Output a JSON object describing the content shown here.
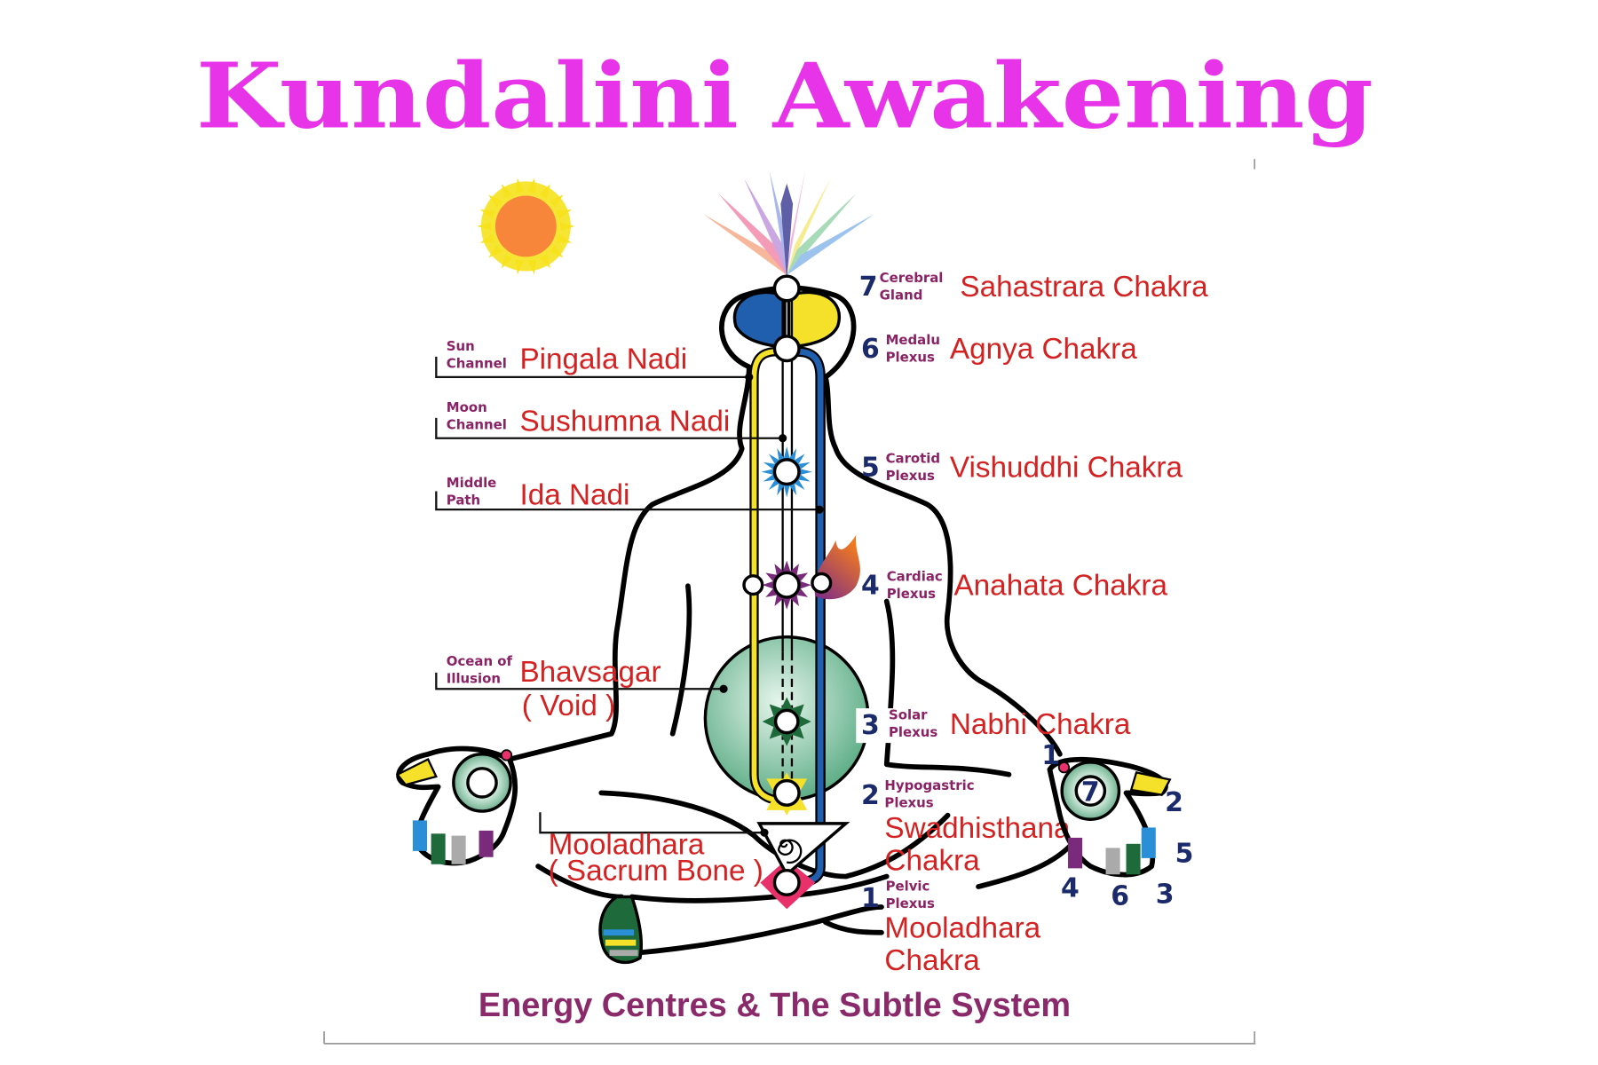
{
  "title": "Kundalini Awakening",
  "subtitle": "Energy Centres & The Subtle System",
  "nadis": [
    {
      "small1": "Sun",
      "small2": "Channel",
      "name": "Pingala Nadi"
    },
    {
      "small1": "Moon",
      "small2": "Channel",
      "name": "Sushumna Nadi"
    },
    {
      "small1": "Middle",
      "small2": "Path",
      "name": "Ida Nadi"
    },
    {
      "small1": "Ocean of",
      "small2": "Illusion",
      "name": "Bhavsagar",
      "extra": "( Void )"
    }
  ],
  "sacrum": {
    "name": "Mooladhara",
    "note": "( Sacrum Bone )"
  },
  "chakras": [
    {
      "number": "7",
      "small1": "Cerebral",
      "small2": "Gland",
      "name": "Sahastrara Chakra"
    },
    {
      "number": "6",
      "small1": "Medalu",
      "small2": "Plexus",
      "name": "Agnya Chakra"
    },
    {
      "number": "5",
      "small1": "Carotid",
      "small2": "Plexus",
      "name": "Vishuddhi Chakra"
    },
    {
      "number": "4",
      "small1": "Cardiac",
      "small2": "Plexus",
      "name": "Anahata Chakra"
    },
    {
      "number": "3",
      "small1": "Solar",
      "small2": "Plexus",
      "name": "Nabhi Chakra"
    },
    {
      "number": "2",
      "small1": "Hypogastric",
      "small2": "Plexus",
      "name1": "Swadhisthana",
      "name2": "Chakra"
    },
    {
      "number": "1",
      "small1": "Pelvic",
      "small2": "Plexus",
      "name1": "Mooladhara",
      "name2": "Chakra"
    }
  ],
  "hand_numbers": [
    "1",
    "2",
    "5",
    "3",
    "6",
    "4",
    "7"
  ],
  "colors": {
    "title": "#e834e8",
    "label": "#d42222",
    "small_label": "#8a2266",
    "number": "#1b2a6b",
    "subtitle": "#8b2a6a",
    "pingala": "#f5e12a",
    "ida": "#1f5fae",
    "void": "#7fbf9f"
  }
}
